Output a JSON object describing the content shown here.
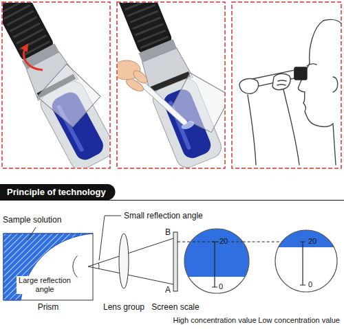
{
  "diagram": {
    "title": "Principle of technology",
    "nodes": [
      {
        "text": [
          "20",
          "0",
          "High concentration value"
        ]
      },
      {
        "text": [
          "20",
          "0",
          "Low concentration value"
        ]
      }
    ],
    "edges": [
      {
        "from": 0,
        "to": 1,
        "arrow": "none"
      }
    ],
    "labels": [
      "Sample solution",
      "Small reflection angle",
      "B",
      "A",
      "Large reflection angle",
      "Prism",
      "Lens group",
      "Screen scale"
    ]
  }
}
